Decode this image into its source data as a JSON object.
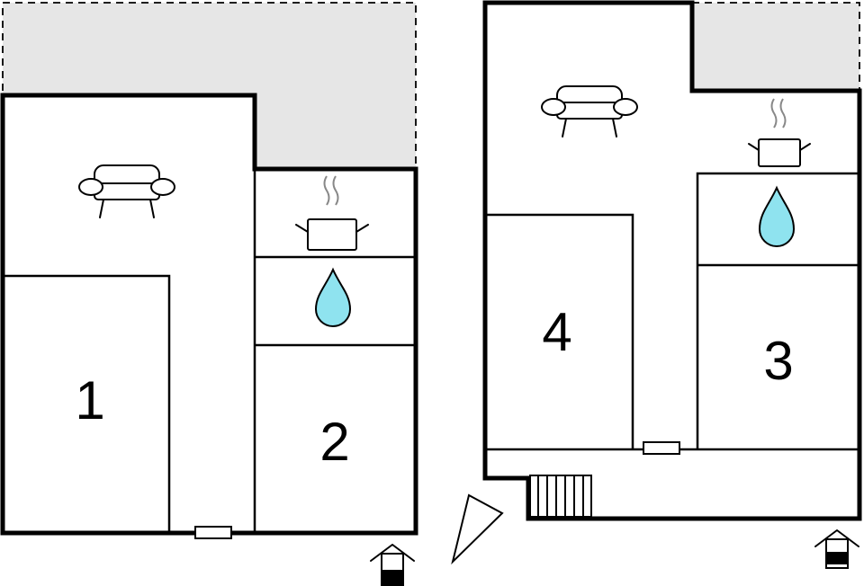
{
  "plan": {
    "floor_left": {
      "rooms": [
        {
          "label": "1"
        },
        {
          "label": "2"
        }
      ],
      "icons": [
        "sofa-icon",
        "cooking-pot-icon",
        "water-drop-icon",
        "entrance-icon"
      ]
    },
    "floor_right": {
      "rooms": [
        {
          "label": "4"
        },
        {
          "label": "3"
        }
      ],
      "icons": [
        "sofa-icon",
        "cooking-pot-icon",
        "water-drop-icon",
        "stairs-icon",
        "entrance-icon"
      ]
    },
    "compass_icon": "north-arrow-icon",
    "colors": {
      "terrace": "#e6e6e6",
      "water": "#8fe3ef",
      "walls": "#000000"
    }
  }
}
